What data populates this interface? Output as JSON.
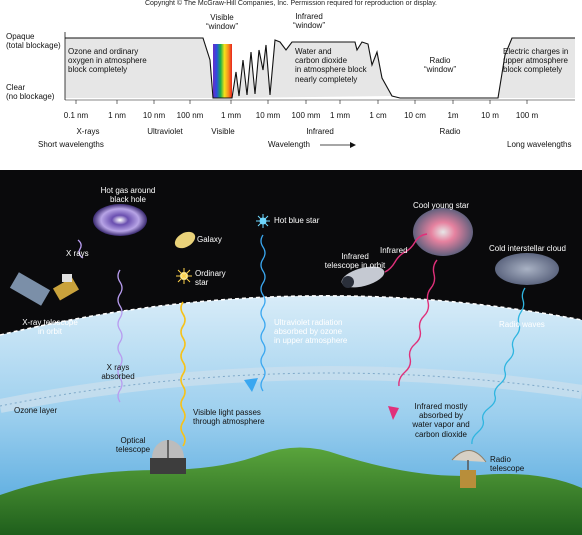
{
  "copyright": "Copyright © The McGraw-Hill Companies, Inc. Permission required for reproduction or display.",
  "absorption_chart": {
    "y_labels": {
      "opaque": [
        "Opaque",
        "(total blockage)"
      ],
      "clear": [
        "Clear",
        "(no blockage)"
      ]
    },
    "windows": {
      "visible": [
        "Visible",
        "“window”"
      ],
      "infrared": [
        "Infrared",
        "“window”"
      ],
      "radio": [
        "Radio",
        "“window”"
      ]
    },
    "regions": {
      "ozone": [
        "Ozone and ordinary",
        "oxygen in atmosphere",
        "block completely"
      ],
      "water": [
        "Water and",
        "carbon dioxide",
        "in atmosphere block",
        "nearly completely"
      ],
      "electric": [
        "Electric charges in",
        "upper atmosphere",
        "block completely"
      ]
    },
    "wavelength_ticks": [
      "0.1 nm",
      "1 nm",
      "10 nm",
      "100 nm",
      "1 mm",
      "10 mm",
      "100 mm",
      "1 mm",
      "1 cm",
      "10 cm",
      "1m",
      "10 m",
      "100 m"
    ],
    "bands": [
      "X-rays",
      "Ultraviolet",
      "Visible",
      "Infrared",
      "Radio"
    ],
    "axis": {
      "short": "Short wavelengths",
      "label": "Wavelength",
      "arrow": "⟶",
      "long": "Long wavelengths"
    }
  },
  "scene": {
    "sources": {
      "black_hole": [
        "Hot gas around",
        "black hole"
      ],
      "galaxy": "Galaxy",
      "ordinary_star": [
        "Ordinary",
        "star"
      ],
      "hot_blue_star": "Hot blue star",
      "cool_young_star": "Cool young star",
      "cold_cloud": "Cold interstellar cloud"
    },
    "rays": {
      "x_rays": "X rays",
      "infrared": "Infrared",
      "radio_waves": "Radio waves"
    },
    "instruments": {
      "xray_telescope": [
        "X-ray telescope",
        "in orbit"
      ],
      "infrared_telescope": [
        "Infrared",
        "telescope in orbit"
      ],
      "optical_telescope": [
        "Optical",
        "telescope"
      ],
      "radio_telescope": [
        "Radio",
        "telescope"
      ]
    },
    "notes": {
      "uv": [
        "Ultraviolet radiation",
        "absorbed by ozone",
        "in upper atmosphere"
      ],
      "xray_absorbed": [
        "X rays",
        "absorbed"
      ],
      "visible_passes": [
        "Visible light passes",
        "through atmosphere"
      ],
      "ir_absorbed": [
        "Infrared mostly",
        "absorbed by",
        "water vapor and",
        "carbon dioxide"
      ]
    },
    "ozone_layer": "Ozone layer"
  }
}
